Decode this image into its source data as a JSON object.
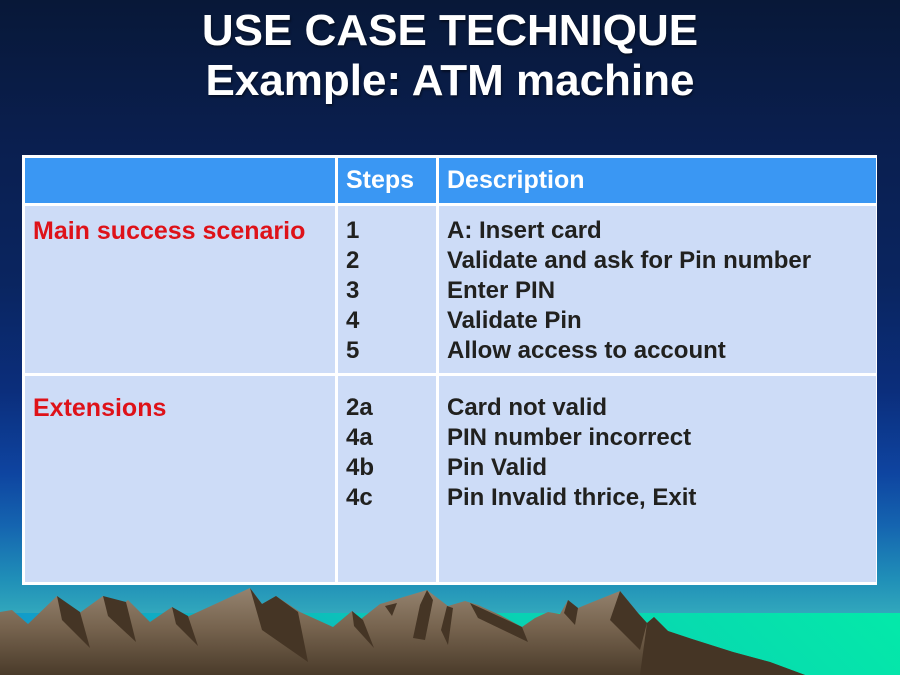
{
  "slide": {
    "title_line1": "USE CASE TECHNIQUE",
    "title_line2": "Example: ATM machine"
  },
  "table": {
    "headers": {
      "scenario": "",
      "steps": "Steps",
      "description": "Description"
    },
    "rows": [
      {
        "label": "Main success scenario",
        "steps": [
          "1",
          "2",
          "3",
          "4",
          "5"
        ],
        "descriptions": [
          "A: Insert card",
          "Validate and ask for Pin number",
          "Enter PIN",
          "Validate Pin",
          "Allow access to account"
        ]
      },
      {
        "label": "Extensions",
        "steps": [
          "2a",
          "4a",
          "4b",
          "4c"
        ],
        "descriptions": [
          "Card not valid",
          "PIN number incorrect",
          "Pin Valid",
          "Pin Invalid thrice, Exit"
        ]
      }
    ]
  },
  "decoration": {
    "graphic": "mountain-range-silhouette",
    "sea_band": "cyan-green-gradient"
  },
  "colors": {
    "background_top": "#081838",
    "background_bottom": "#38AEC0",
    "table_header": "#3A97F3",
    "table_row": "#CDDCF7",
    "table_border": "#FFFFFF",
    "label_red": "#DE1219",
    "body_text": "#21211F",
    "title_text": "#FFFFFF",
    "sea_green": "#04E9A9",
    "sea_blue": "#1493CD",
    "mountain_light": "#95836F",
    "mountain_dark": "#453525"
  }
}
